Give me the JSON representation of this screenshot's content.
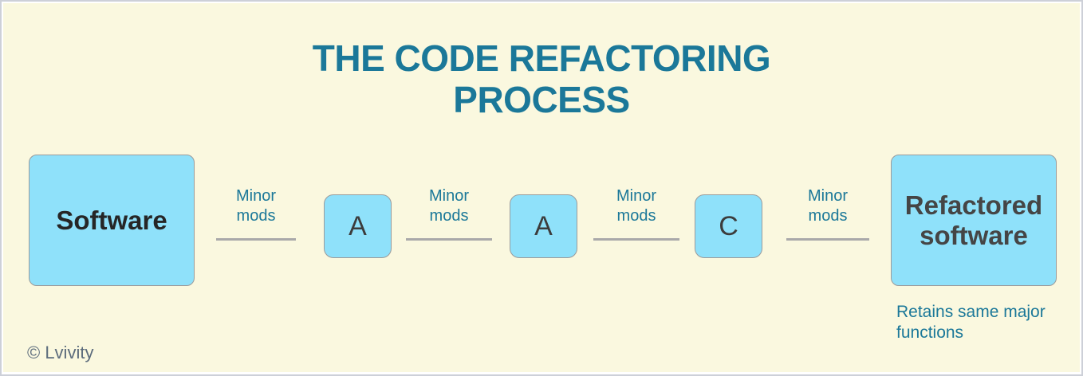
{
  "title": {
    "line1": "THE CODE REFACTORING",
    "line2": "PROCESS"
  },
  "flow": {
    "start_box": {
      "label": "Software"
    },
    "steps": [
      {
        "label": "A"
      },
      {
        "label": "A"
      },
      {
        "label": "C"
      }
    ],
    "connectors": [
      {
        "label": "Minor mods"
      },
      {
        "label": "Minor mods"
      },
      {
        "label": "Minor mods"
      },
      {
        "label": "Minor mods"
      }
    ],
    "end_box": {
      "label": "Refactored software"
    },
    "end_note": "Retains same major functions"
  },
  "footer": {
    "copyright": "© Lvivity"
  },
  "colors": {
    "card_background": "#FAF8DF",
    "frame_border": "#CDD0D8",
    "accent_teal": "#1B7899",
    "box_fill": "#8FE1FA",
    "box_border": "#9B9B9B",
    "box_text_dark": "#262626",
    "connector_line": "#A9A9A9",
    "copyright_text": "#5C6C7C"
  }
}
